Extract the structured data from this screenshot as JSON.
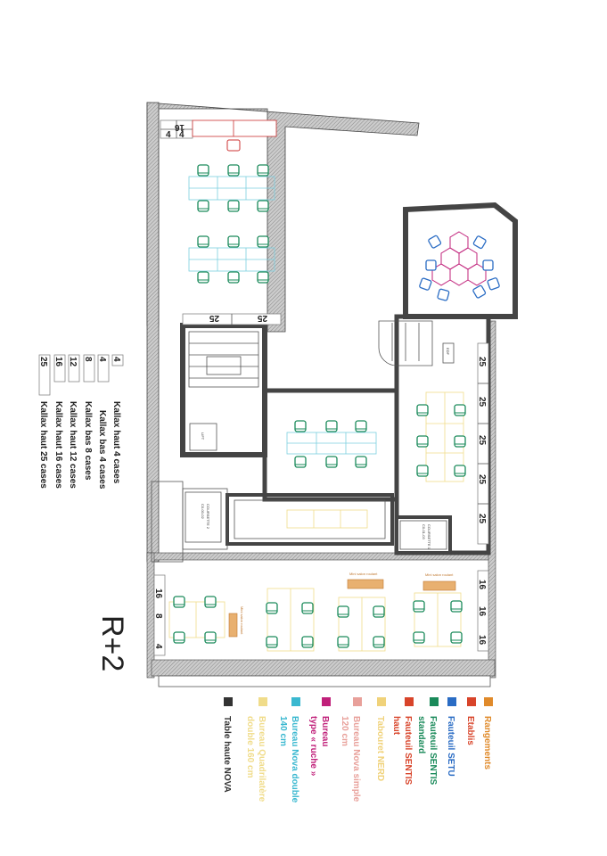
{
  "title": "R+2",
  "rooms": {
    "kitchenette_1": {
      "name": "COURSETTE 1",
      "code": "C0-01-03"
    },
    "kitchenette_2": {
      "name": "COURSETTE 2",
      "code": "C0-00-02"
    },
    "lift": "LIFT",
    "edf": "EDF",
    "mini_salon": "Mini salon roulant"
  },
  "kallax_labels": {
    "top": [
      "16",
      "4",
      "4"
    ],
    "top_room_bottom": [
      "25",
      "25"
    ],
    "right_column": [
      "25",
      "25",
      "25",
      "25",
      "25"
    ],
    "bottom_right": [
      "16",
      "16",
      "16"
    ],
    "bottom_left": [
      "16",
      "8",
      "4"
    ]
  },
  "kallax_legend": [
    {
      "num": "4",
      "label": "Kallax haut 4 cases"
    },
    {
      "num": "4",
      "label": "Kallax bas 4 cases"
    },
    {
      "num": "8",
      "label": "Kallax bas 8 cases"
    },
    {
      "num": "12",
      "label": "Kallax haut 12 cases"
    },
    {
      "num": "16",
      "label": "Kallax haut 16 cases"
    },
    {
      "num": "25",
      "label": "Kallax haut 25 cases"
    }
  ],
  "color_legend": [
    {
      "line1": "Rangements",
      "line2": "",
      "color": "#e08a2a"
    },
    {
      "line1": "Etablis",
      "line2": "",
      "color": "#d8442a"
    },
    {
      "line1": "Fauteuil SETU",
      "line2": "",
      "color": "#2a6cc4"
    },
    {
      "line1": "Fauteuil SENTIS",
      "line2": "standard",
      "color": "#1a8a5a"
    },
    {
      "line1": "Fauteuil SENTIS",
      "line2": "haut",
      "color": "#d8442a"
    },
    {
      "line1": "Tabouret NERD",
      "line2": "",
      "color": "#f0d27a"
    },
    {
      "line1": "Bureau Nova simple",
      "line2": "120 cm",
      "color": "#e8a09a"
    },
    {
      "line1": "Bureau",
      "line2": "type « ruche »",
      "color": "#c0207a"
    },
    {
      "line1": "Bureau Nova double",
      "line2": "140 cm",
      "color": "#3ab8d0"
    },
    {
      "line1": "Bureau Quadrilatère",
      "line2": "double 160 cm",
      "color": "#f0dc8a"
    },
    {
      "line1": "Table haute NOVA",
      "line2": "",
      "color": "#333333"
    }
  ]
}
